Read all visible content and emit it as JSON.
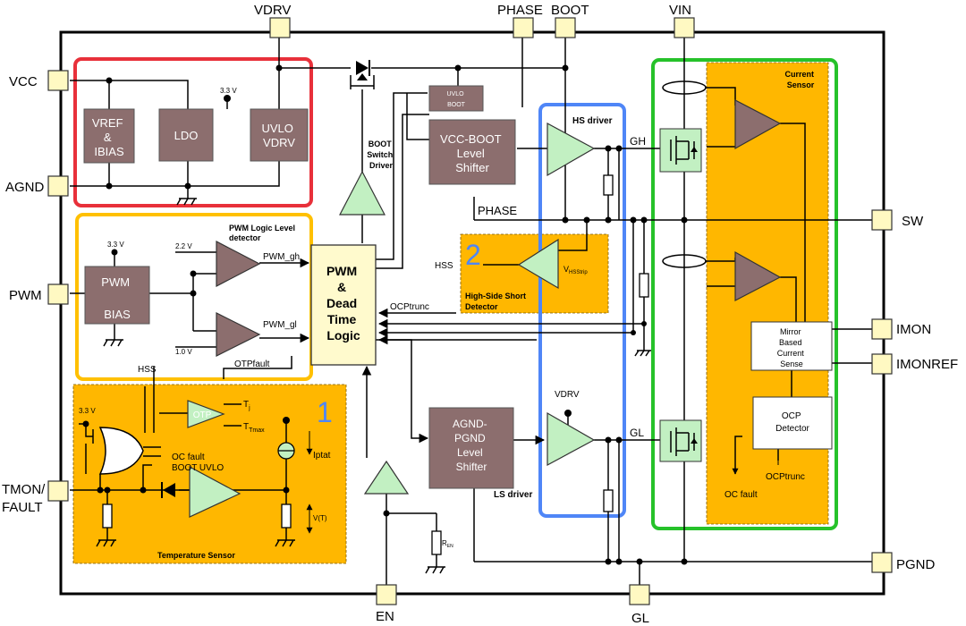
{
  "pins": {
    "vdrv": "VDRV",
    "phase": "PHASE",
    "boot": "BOOT",
    "vin": "VIN",
    "vcc": "VCC",
    "agnd": "AGND",
    "pwm": "PWM",
    "tmon_fault_1": "TMON/",
    "tmon_fault_2": "FAULT",
    "sw": "SW",
    "imon": "IMON",
    "imonref": "IMONREF",
    "pgnd": "PGND",
    "en": "EN",
    "gl": "GL"
  },
  "blocks": {
    "vref": [
      "VREF",
      "&",
      "IBIAS"
    ],
    "ldo": [
      "LDO"
    ],
    "uvlo": [
      "UVLO",
      "VDRV"
    ],
    "uvlo_boot": [
      "UVLO",
      "BOOT"
    ],
    "vcc_boot": [
      "VCC-BOOT",
      "Level",
      "Shifter"
    ],
    "agnd_pgnd": [
      "AGND-",
      "PGND",
      "Level",
      "Shifter"
    ],
    "pwm_bias": [
      "PWM",
      "BIAS"
    ],
    "pwm_logic": [
      "PWM",
      "&",
      "Dead",
      "Time",
      "Logic"
    ],
    "mirror": [
      "Mirror",
      "Based",
      "Current",
      "Sense"
    ],
    "ocp": [
      "OCP",
      "Detector"
    ],
    "otp": "OTP"
  },
  "labels": {
    "v33_ldo": "3.3 V",
    "v33_pwm": "3.3 V",
    "v33_temp": "3.3 V",
    "v22": "2.2 V",
    "v10": "1.0 V",
    "pwm_logic_detector": [
      "PWM Logic Level",
      "detector"
    ],
    "pwm_gh": "PWM_gh",
    "pwm_gl": "PWM_gl",
    "otpfault": "OTPfault",
    "ocptrunc_in": "OCPtrunc",
    "hss_left": "HSS",
    "hss_temp": "HSS",
    "boot_switch_driver": [
      "BOOT",
      "Switch",
      "Driver"
    ],
    "hs_driver": "HS driver",
    "ls_driver": "LS driver",
    "gh": "GH",
    "gl_int": "GL",
    "phase_int": "PHASE",
    "vdrv_int": "VDRV",
    "vhsstrip": "V",
    "vhsstrip_sub": "HSStrip",
    "hs_short_detector": [
      "High-Side Short",
      "Detector"
    ],
    "current_sensor": [
      "Current",
      "Sensor"
    ],
    "ocptrunc_out": "OCPtrunc",
    "oc_fault_out": "OC fault",
    "tj": "T",
    "tj_sub": "j",
    "ttmax": "T",
    "ttmax_sub": "Tmax",
    "oc_fault_in": "OC fault",
    "boot_uvlo": "BOOT  UVLO",
    "iptat": "Iptat",
    "vt": "V(T)",
    "temp_sensor": "Temperature Sensor",
    "ren": "R",
    "ren_sub": "EN",
    "marker1": "1",
    "marker2": "2"
  },
  "colors": {
    "orange_fill": "#FFB700",
    "block_fill": "#8C6E6E",
    "triangle_fill": "#C2F0C2",
    "pin_fill": "#FFF9C2",
    "logic_fill": "#FFFACD",
    "red_frame": "#E8303A",
    "yellow_frame": "#FFC000",
    "blue_frame": "#4F86F7",
    "green_frame": "#26C22A",
    "marker_blue": "#4F86F7"
  }
}
